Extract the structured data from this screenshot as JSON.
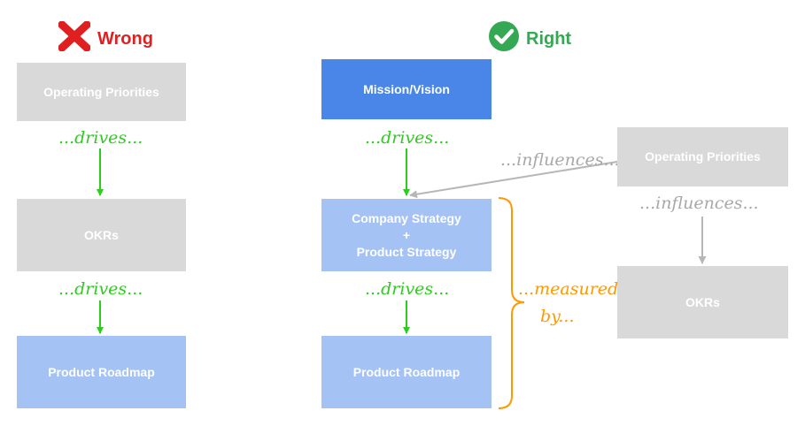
{
  "headers": {
    "wrong": {
      "label": "Wrong",
      "icon": "x-icon",
      "color": "#e02020"
    },
    "right": {
      "label": "Right",
      "icon": "check-icon",
      "color": "#34a853"
    }
  },
  "wrong_column": {
    "operating_priorities": "Operating Priorities",
    "drives_1": "...drives...",
    "okrs": "OKRs",
    "drives_2": "...drives...",
    "product_roadmap": "Product Roadmap"
  },
  "right_column": {
    "mission_vision": "Mission/Vision",
    "drives_1": "...drives...",
    "company_strategy": "Company Strategy",
    "plus": "+",
    "product_strategy": "Product Strategy",
    "drives_2": "...drives...",
    "product_roadmap": "Product Roadmap",
    "influences_1": "...influences...",
    "operating_priorities": "Operating Priorities",
    "influences_2": "...influences...",
    "okrs": "OKRs",
    "measured": "...measured",
    "by": "by..."
  },
  "colors": {
    "gray_box": "#d9d9d9",
    "light_blue_box": "#a4c2f4",
    "blue_box": "#4a86e8",
    "green_arrow": "#2ecc1f",
    "gray_arrow": "#b7b7b7",
    "orange_brace": "#ff9900"
  }
}
